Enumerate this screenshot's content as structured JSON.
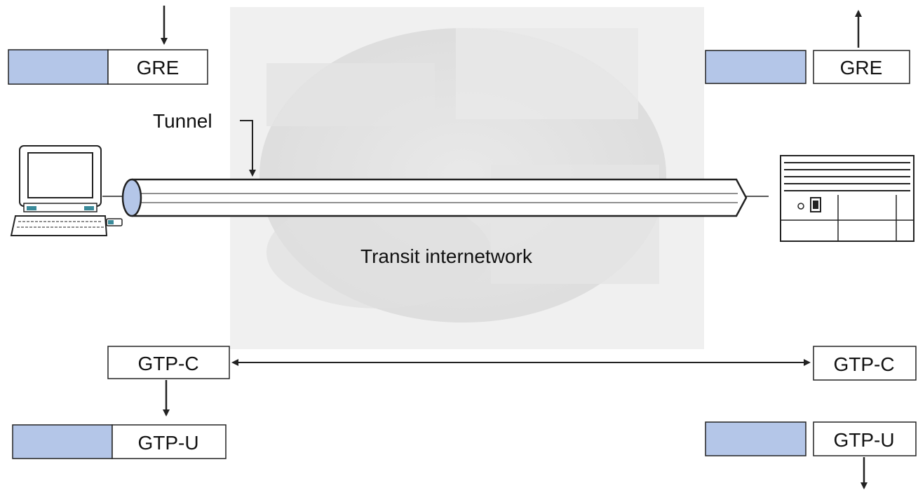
{
  "labels": {
    "tunnel": "Tunnel",
    "transit": "Transit internetwork"
  },
  "packets": {
    "top_left": "GRE",
    "top_right": "GRE",
    "gtp_c_left": "GTP-C",
    "gtp_c_right": "GTP-C",
    "gtp_u_left": "GTP-U",
    "gtp_u_right": "GTP-U"
  },
  "icons": {
    "left_device": "workstation-icon",
    "right_device": "router-chassis-icon"
  },
  "colors": {
    "payload_fill": "#b4c6e8",
    "background_panel": "#f0f0f0",
    "stroke": "#222222"
  }
}
